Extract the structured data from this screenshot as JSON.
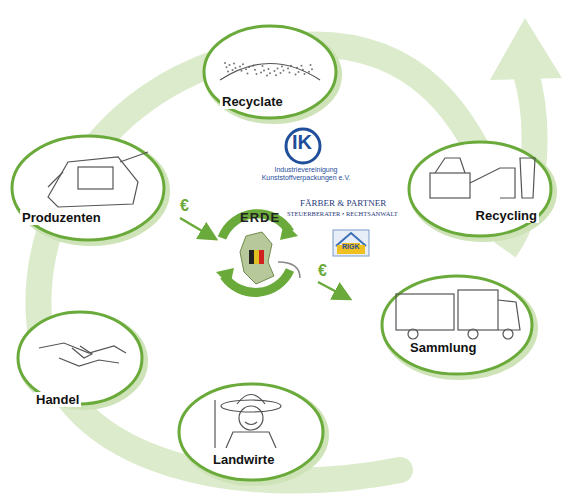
{
  "diagram": {
    "nodes": [
      {
        "text": [
          "Recyclate"
        ]
      },
      {
        "text": [
          "Produzenten"
        ]
      },
      {
        "text": [
          "Recycling"
        ]
      },
      {
        "text": [
          "Sammlung"
        ]
      },
      {
        "text": [
          "Handel"
        ]
      },
      {
        "text": [
          "Landwirte"
        ]
      }
    ],
    "labels": [
      "IK",
      "Industrievereinigung Kunststoffverpackungen e.V.",
      "FÄRBER & PARTNER",
      "STEUERBERATER • RECHTSANWALT",
      "RIGK",
      "ERDE",
      "€",
      "€"
    ]
  }
}
